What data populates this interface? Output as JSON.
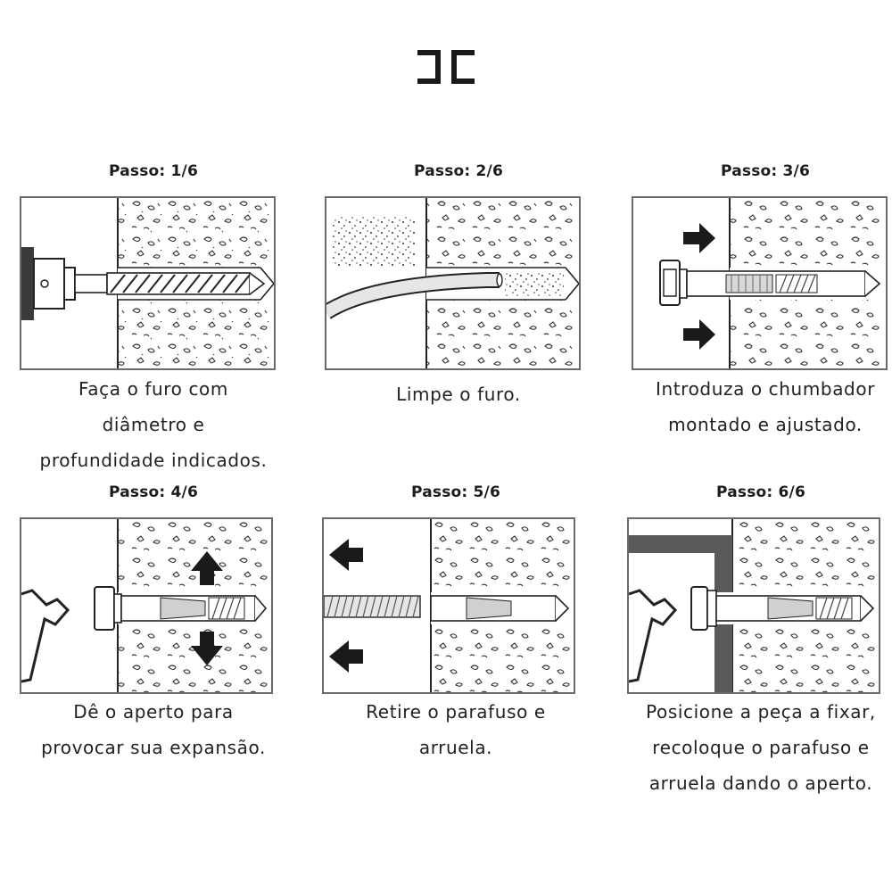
{
  "steps": [
    {
      "title": "Passo: 1/6",
      "caption": [
        "Faça o furo com",
        "diâmetro e",
        "profundidade indicados."
      ]
    },
    {
      "title": "Passo: 2/6",
      "caption": [
        "Limpe o furo."
      ]
    },
    {
      "title": "Passo: 3/6",
      "caption": [
        "Introduza o chumbador",
        "montado e ajustado."
      ]
    },
    {
      "title": "Passo: 4/6",
      "caption": [
        "Dê o aperto para",
        "provocar sua expansão."
      ]
    },
    {
      "title": "Passo: 5/6",
      "caption": [
        "Retire o parafuso e",
        "arruela."
      ]
    },
    {
      "title": "Passo: 6/6",
      "caption": [
        "Posicione a peça a fixar,",
        "recoloque o parafuso e",
        "arruela dando o aperto."
      ]
    }
  ],
  "colors": {
    "ink": "#1c1c1c",
    "frame": "#6a6a6a",
    "gray_wall": "#5a5a5a",
    "light": "#e6e6e6"
  },
  "icons": [
    "brand-logo",
    "drill-icon",
    "blower-hose-icon",
    "anchor-bolt-icon",
    "wrench-icon",
    "arrow-icon"
  ]
}
